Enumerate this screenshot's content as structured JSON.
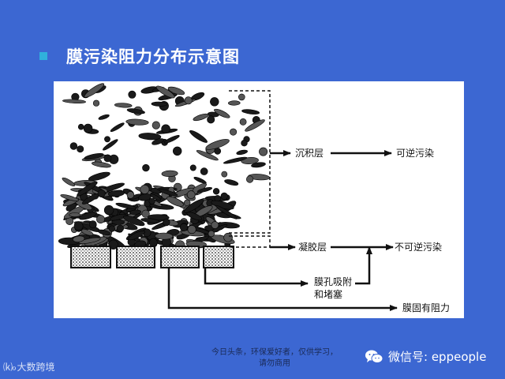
{
  "slide": {
    "title": "膜污染阻力分布示意图"
  },
  "diagram": {
    "labels": {
      "deposit_layer": "沉积层",
      "reversible": "可逆污染",
      "gel_layer": "凝胶层",
      "irreversible": "不可逆污染",
      "pore_adsorption_line1": "膜孔吸附",
      "pore_adsorption_line2": "和堵塞",
      "membrane_resistance": "膜固有阻力"
    }
  },
  "footer": {
    "note_line1": "今日头条，环保爱好者，仅供学习，",
    "note_line2": "请勿商用",
    "wechat_label": "微信号: eppeople",
    "brand_mark": "大数跨境",
    "brand_text": "大数跨境"
  },
  "colors": {
    "background": "#3c67d2",
    "panel": "#ffffff",
    "bullet": "#30b0dc",
    "ink": "#111111"
  }
}
